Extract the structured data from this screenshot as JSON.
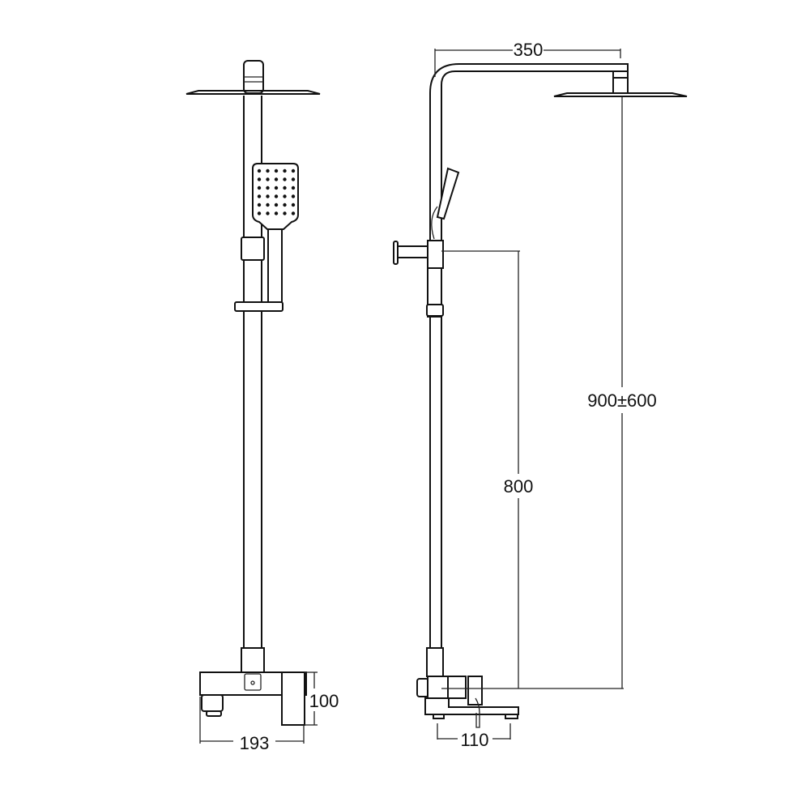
{
  "drawing": {
    "front_view": {
      "dimensions": {
        "valve_height": "100",
        "valve_width": "193"
      }
    },
    "side_view": {
      "dimensions": {
        "arm_length": "350",
        "overall_height": "900±600",
        "valve_height": "800",
        "spout_spacing": "110"
      }
    },
    "colors": {
      "line": "#111111",
      "background": "#ffffff"
    }
  }
}
